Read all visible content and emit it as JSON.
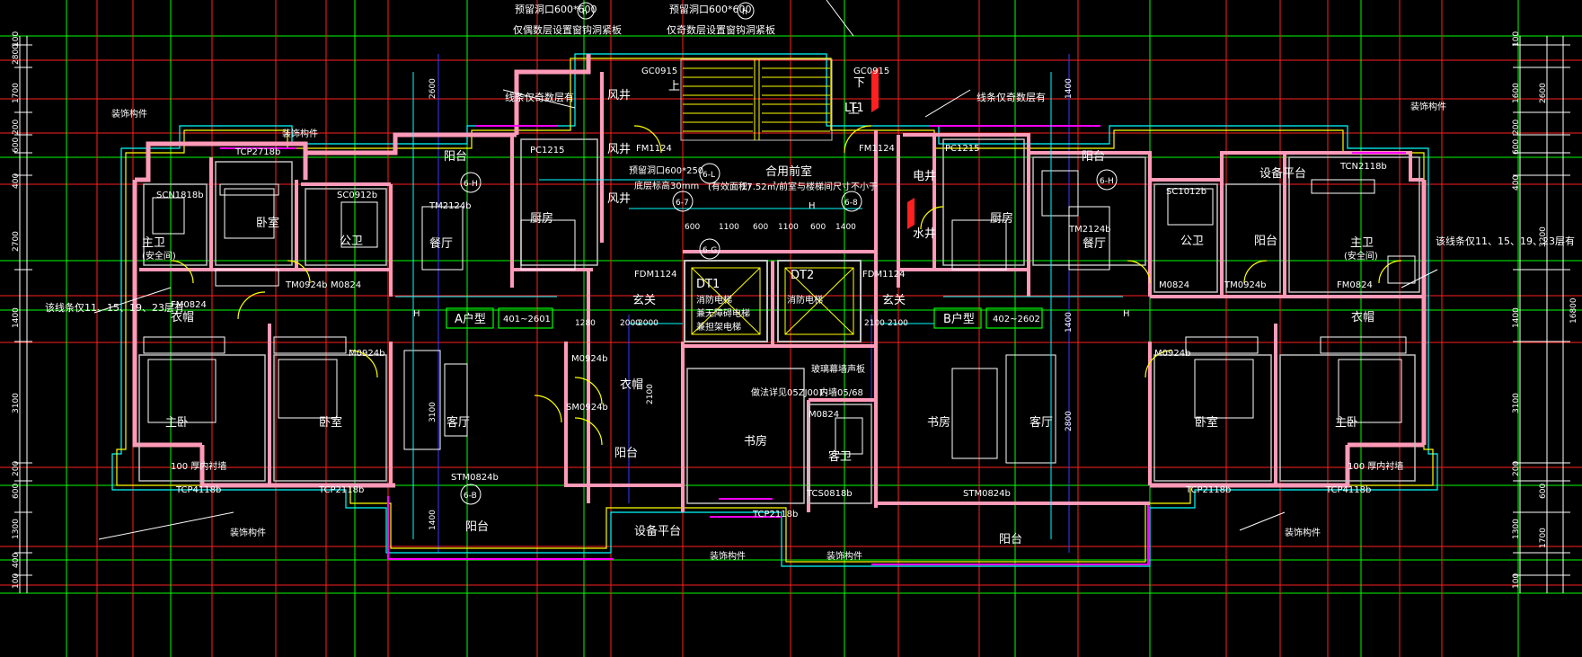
{
  "colors": {
    "background": "#000000",
    "wall": "#ff9ab8",
    "wall_inner": "#c0c0c0",
    "axis_red": "#ff2020",
    "axis_green": "#00ff00",
    "cyan": "#00ffff",
    "yellow": "#ffff00",
    "magenta": "#ff00ff",
    "blue": "#3a3aff",
    "text": "#ffffff"
  },
  "annotations": {
    "top_note_1": "预留洞口600*600",
    "top_note_1_sub": "仅偶数层设置窗钩洞紧板",
    "top_note_2": "预留洞口600*600",
    "top_note_2_sub": "仅奇数层设置窗钩洞紧板",
    "hl_left": "线条仅奇数层有",
    "hl_right": "线条仅奇数层有",
    "side_left": "该线条仅11、15、19、23层有",
    "side_right": "该线条仅11、15、19、23层有",
    "deco_bracket": "装饰构件",
    "shaft_note": "预留洞口600*250",
    "elev_note": "底层标高30mm",
    "area_note": "17.52㎡/前室与楼梯间尺寸不小于",
    "shared": "合用前室",
    "area_sub": "(有效面积)",
    "glass": "玻璃幕墙声板",
    "detail_ref": "做法详见05ZJ001-",
    "detail_ref2": "内墙05/68",
    "railing": "100 厚内衬墙",
    "h_mark": "H"
  },
  "unit_tags": [
    {
      "name": "A户型",
      "range": "401~2601"
    },
    {
      "name": "B户型",
      "range": "402~2602"
    }
  ],
  "rooms": {
    "bedroom": "卧室",
    "master": "主卧",
    "living": "客厅",
    "dining": "餐厅",
    "kitchen": "厨房",
    "balcony": "阳台",
    "study": "书房",
    "foyer": "玄关",
    "bath": "公卫",
    "master_bath": "主卫",
    "safe_note": "(安全间)",
    "cloak": "衣帽",
    "shaft": "风井",
    "elec": "电井",
    "water": "水井",
    "equip": "设备平台",
    "lift1": "DT1",
    "lift1_desc": "消防电梯",
    "lift1_desc2": "兼无障碍电梯",
    "lift1_desc3": "兼担架电梯",
    "lift2": "DT2",
    "lift2_desc": "消防电梯",
    "stair": "LT1",
    "up": "上",
    "down": "下",
    "bath2": "客卫"
  },
  "codes": {
    "tcp27": "TCP2718b",
    "tcp4l": "TCP4118b",
    "tcp2l": "TCP2118b",
    "tcp21c": "TCP2118b",
    "tcp4r": "TCP4118b",
    "tcp2r": "TCP2118b",
    "tcn": "TCN2118b",
    "scn": "SCN1818b",
    "sc0912": "SC0912b",
    "sc1012": "SC1012b",
    "tm2124": "TM2124b",
    "tm0924": "TM0924b",
    "pc_l": "PC1215",
    "pc_r": "PC1215",
    "gc_l": "GC0915",
    "gc_r": "GC0915",
    "fm_l": "FM1124",
    "fm_r": "FM1124",
    "fdm_l": "FDM1124",
    "fdm_r": "FDM1124",
    "m0924": "M0924b",
    "m0824": "M0824",
    "fm0824": "FM0824",
    "sm0924": "SM0924b",
    "stm": "STM0824b",
    "tcs": "TCS0818b",
    "m0824c": "M0824",
    "fm0824r": "FM0824"
  },
  "axes": {
    "a1": "6-H",
    "a2": "6-L",
    "a3": "6-7",
    "a4": "6-8",
    "a5": "6-G",
    "a6": "6-B",
    "a7": "6-H",
    "a8": "h",
    "a9": "h"
  },
  "dims_left": [
    "100",
    "2800",
    "1700",
    "200",
    "600",
    "400",
    "2700",
    "1400",
    "3100",
    "200",
    "600",
    "1300",
    "400",
    "100"
  ],
  "dims_right": [
    "100",
    "1600",
    "2600",
    "200",
    "600",
    "400",
    "3200",
    "1400",
    "3100",
    "200",
    "600",
    "1300",
    "1700",
    "100"
  ],
  "dims_total": "16800",
  "dims_mid": [
    "1280",
    "2000",
    "2100",
    "600",
    "1100",
    "600",
    "1100",
    "600",
    "1400",
    "2600",
    "1400",
    "2100",
    "1400",
    "2800",
    "3100",
    "1400",
    "2000",
    "2100"
  ]
}
